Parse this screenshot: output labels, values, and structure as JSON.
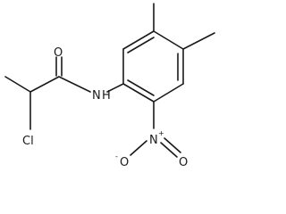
{
  "structure": {
    "atoms": {
      "oxygen_carbonyl": "O",
      "nitrogen_amide": "N",
      "hydrogen_amide": "H",
      "chlorine": "Cl",
      "nitrogen_nitro": "N",
      "charge_plus": "+",
      "oxygen_nitro_double": "O",
      "oxygen_nitro_minus": "O",
      "charge_minus": "-"
    }
  }
}
